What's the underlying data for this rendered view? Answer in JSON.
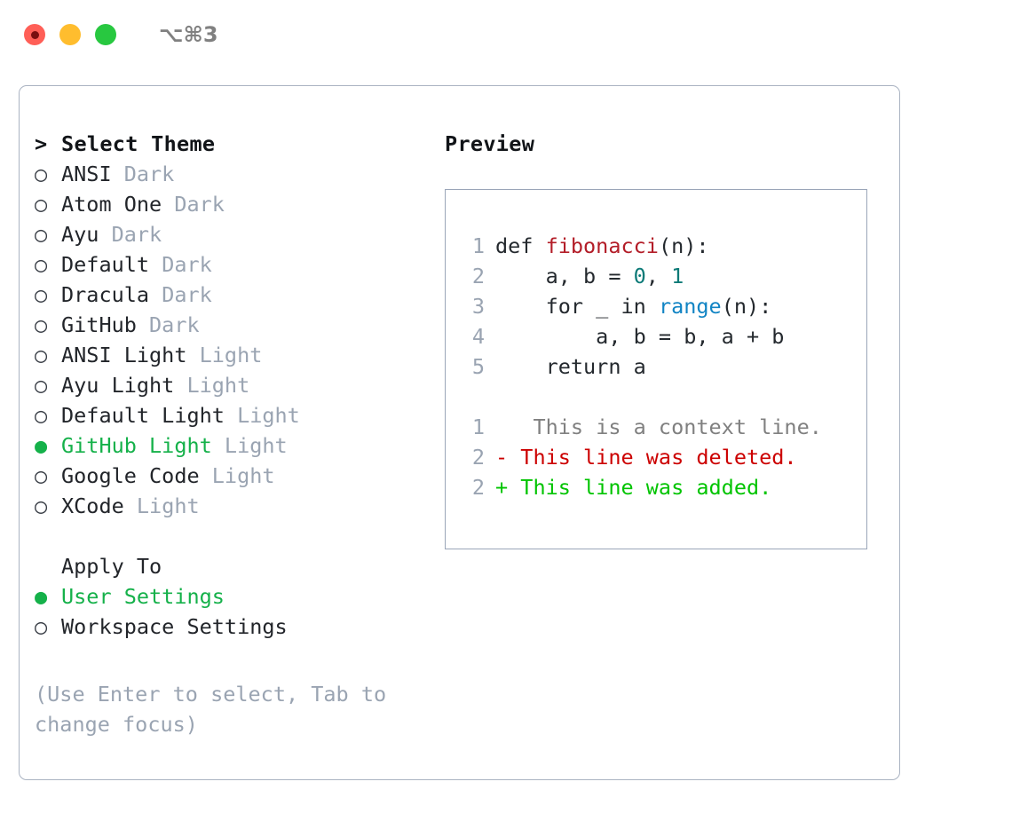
{
  "titlebar": {
    "shortcut": "⌥⌘3",
    "lights": [
      {
        "name": "close",
        "color": "#ff5f57"
      },
      {
        "name": "minimize",
        "color": "#ffbd2e"
      },
      {
        "name": "maximize",
        "color": "#28c840"
      }
    ]
  },
  "theme_picker": {
    "heading": "Select Theme",
    "heading_marker": ">",
    "items": [
      {
        "marker": "○",
        "name": "ANSI",
        "tag": "Dark",
        "selected": false
      },
      {
        "marker": "○",
        "name": "Atom One",
        "tag": "Dark",
        "selected": false
      },
      {
        "marker": "○",
        "name": "Ayu",
        "tag": "Dark",
        "selected": false
      },
      {
        "marker": "○",
        "name": "Default",
        "tag": "Dark",
        "selected": false
      },
      {
        "marker": "○",
        "name": "Dracula",
        "tag": "Dark",
        "selected": false
      },
      {
        "marker": "○",
        "name": "GitHub",
        "tag": "Dark",
        "selected": false
      },
      {
        "marker": "○",
        "name": "ANSI Light",
        "tag": "Light",
        "selected": false
      },
      {
        "marker": "○",
        "name": "Ayu Light",
        "tag": "Light",
        "selected": false
      },
      {
        "marker": "○",
        "name": "Default Light",
        "tag": "Light",
        "selected": false
      },
      {
        "marker": "●",
        "name": "GitHub Light",
        "tag": "Light",
        "selected": true
      },
      {
        "marker": "○",
        "name": "Google Code",
        "tag": "Light",
        "selected": false
      },
      {
        "marker": "○",
        "name": "XCode",
        "tag": "Light",
        "selected": false
      }
    ]
  },
  "apply_to": {
    "heading": "Apply To",
    "items": [
      {
        "marker": "●",
        "name": "User Settings",
        "selected": true
      },
      {
        "marker": "○",
        "name": "Workspace Settings",
        "selected": false
      }
    ]
  },
  "hint": "(Use Enter to select, Tab to change focus)",
  "preview": {
    "title": "Preview",
    "code_lines": [
      {
        "num": "1",
        "segments": [
          {
            "text": "def ",
            "style": "plain"
          },
          {
            "text": "fibonacci",
            "style": "func"
          },
          {
            "text": "(n):",
            "style": "plain"
          }
        ]
      },
      {
        "num": "2",
        "segments": [
          {
            "text": "    a, b = ",
            "style": "plain"
          },
          {
            "text": "0",
            "style": "num"
          },
          {
            "text": ", ",
            "style": "plain"
          },
          {
            "text": "1",
            "style": "num"
          }
        ]
      },
      {
        "num": "3",
        "segments": [
          {
            "text": "    for _ in ",
            "style": "plain"
          },
          {
            "text": "range",
            "style": "builtin"
          },
          {
            "text": "(n):",
            "style": "plain"
          }
        ]
      },
      {
        "num": "4",
        "segments": [
          {
            "text": "        a, b = b, a + b",
            "style": "plain"
          }
        ]
      },
      {
        "num": "5",
        "segments": [
          {
            "text": "    return a",
            "style": "plain"
          }
        ]
      }
    ],
    "diff_lines": [
      {
        "num": "1",
        "marker": " ",
        "text": "  This is a context line.",
        "style": "ctx"
      },
      {
        "num": "2",
        "marker": "-",
        "text": " This line was deleted.",
        "style": "del"
      },
      {
        "num": "2",
        "marker": "+",
        "text": " This line was added.",
        "style": "add"
      }
    ]
  },
  "colors": {
    "selected_green": "#15b14a",
    "tag_gray": "#9aa4b2",
    "diff_deleted": "#cc0000",
    "diff_added": "#00c400",
    "syntax_function": "#b31d28",
    "syntax_number": "#0c7a77",
    "syntax_builtin": "#1184c4",
    "panel_border": "#aab3c2"
  }
}
